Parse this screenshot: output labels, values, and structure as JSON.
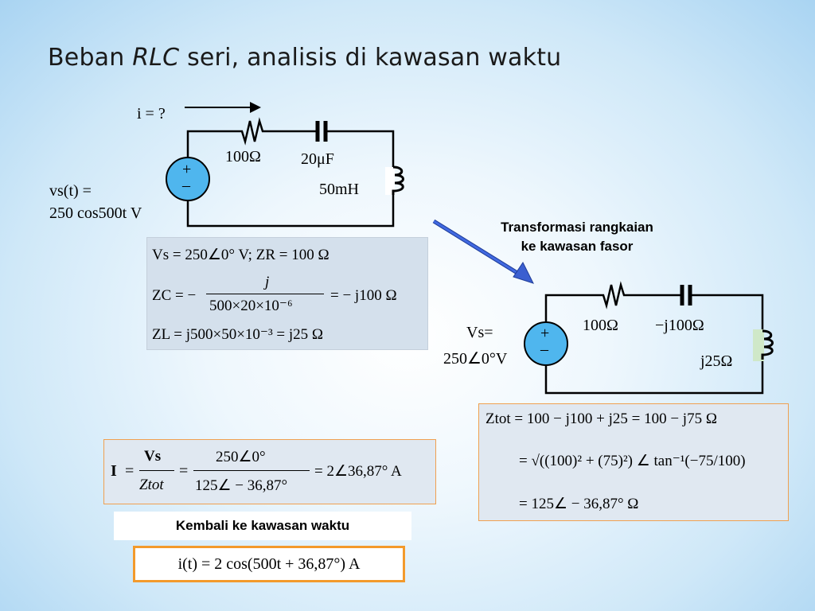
{
  "slide": {
    "title_prefix": "Beban ",
    "title_italic": "RLC",
    "title_suffix": " seri, analisis di kawasan waktu"
  },
  "time_circuit": {
    "current_label": "i = ?",
    "source_plus": "+",
    "source_minus": "–",
    "source_label_line1": "vs(t) =",
    "source_label_line2": "250 cos500t  V",
    "resistor": "100Ω",
    "capacitor": "20μF",
    "inductor": "50mH"
  },
  "impedance_box": {
    "line1": "Vs = 250∠0° V;   ZR = 100 Ω",
    "line2_lhs": "ZC = −",
    "line2_num": "j",
    "line2_den": "500×20×10⁻⁶",
    "line2_rhs": "= − j100 Ω",
    "line3": "ZL = j500×50×10⁻³ = j25 Ω"
  },
  "arrow_note": {
    "line1": "Transformasi rangkaian",
    "line2": "ke kawasan fasor"
  },
  "phasor_circuit": {
    "source_plus": "+",
    "source_minus": "–",
    "source_label_line1": "Vs=",
    "source_label_line2": "250∠0°V",
    "resistor": "100Ω",
    "capacitor": "−j100Ω",
    "inductor": "j25Ω"
  },
  "ztot_box": {
    "line1": "Ztot = 100 − j100 + j25 = 100 − j75  Ω",
    "line2": "= √((100)² + (75)²) ∠ tan⁻¹(−75/100)",
    "line3": "= 125∠ − 36,87° Ω"
  },
  "current_box": {
    "lhs": "I",
    "frac1_num": "Vs",
    "frac1_den": "Ztot",
    "frac2_num": "250∠0°",
    "frac2_den": "125∠ − 36,87°",
    "result": "= 2∠36,87°  A"
  },
  "back_label": "Kembali ke kawasan waktu",
  "final_answer": "i(t) = 2 cos(500t + 36,87°) A"
}
